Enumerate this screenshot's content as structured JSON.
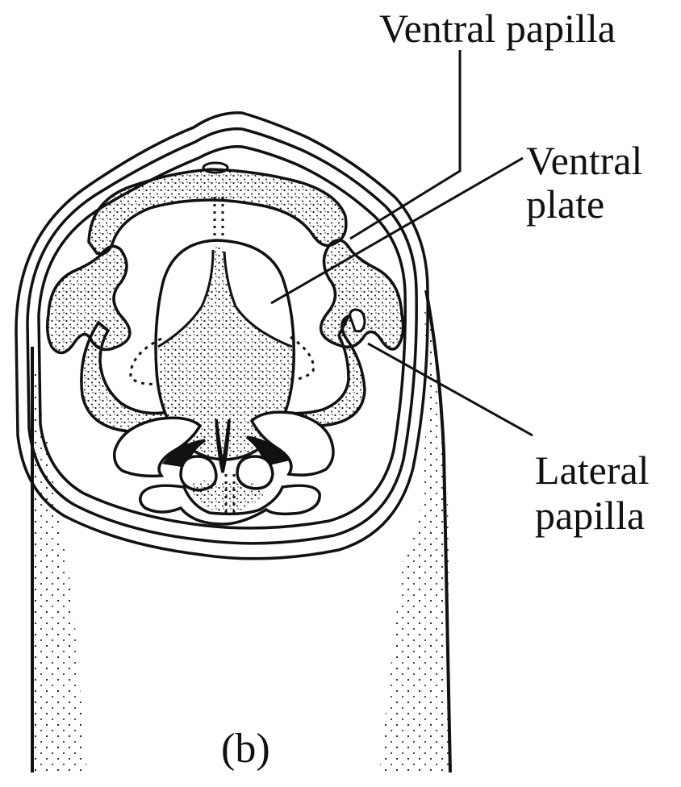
{
  "labels": {
    "ventral_papilla": "Ventral papilla",
    "ventral_plate_line1": "Ventral",
    "ventral_plate_line2": "plate",
    "lateral_papilla_line1": "Lateral",
    "lateral_papilla_line2": "papilla",
    "panel": "(b)"
  },
  "colors": {
    "ink": "#111111",
    "background": "#ffffff"
  }
}
